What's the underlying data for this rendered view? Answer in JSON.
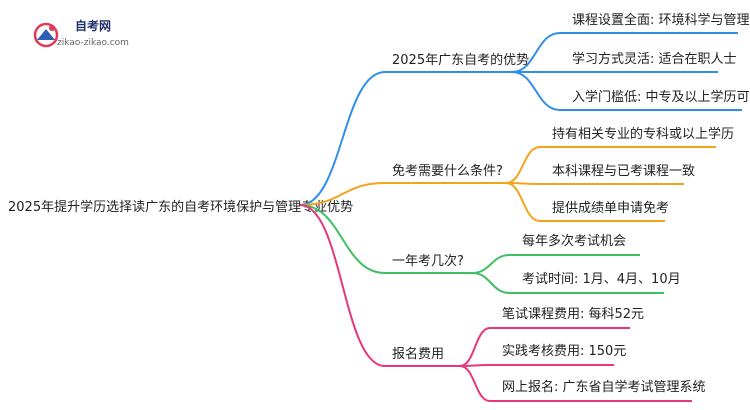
{
  "logo": {
    "title": "自考网",
    "url": "zikao-zikao.com"
  },
  "root": {
    "label": "2025年提升学历选择读广东的自考环境保护与管理专业优势"
  },
  "branches": [
    {
      "label": "2025年广东自考的优势",
      "color": "#2f8ee8",
      "children": [
        "课程设置全面: 环境科学与管理学",
        "学习方式灵活: 适合在职人士",
        "入学门槛低: 中专及以上学历可报名"
      ]
    },
    {
      "label": "免考需要什么条件?",
      "color": "#f2a51a",
      "children": [
        "持有相关专业的专科或以上学历",
        "本科课程与已考课程一致",
        "提供成绩单申请免考"
      ]
    },
    {
      "label": "一年考几次?",
      "color": "#3fbf62",
      "children": [
        "每年多次考试机会",
        "考试时间: 1月、4月、10月"
      ]
    },
    {
      "label": "报名费用",
      "color": "#e8367b",
      "children": [
        "笔试课程费用: 每科52元",
        "实践考核费用: 150元",
        "网上报名: 广东省自学考试管理系统"
      ]
    }
  ]
}
